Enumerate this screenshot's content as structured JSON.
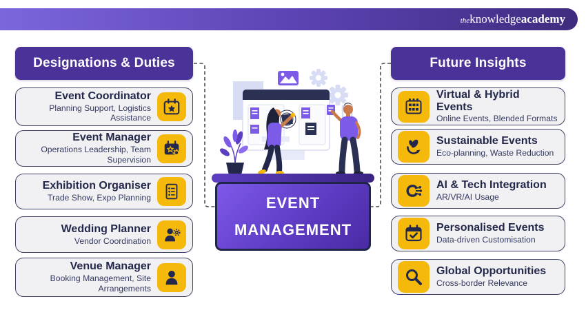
{
  "brand": {
    "the": "the",
    "knowledge": "knowledge",
    "academy": "academy"
  },
  "left": {
    "header": "Designations & Duties",
    "items": [
      {
        "title": "Event Coordinator",
        "subtitle": "Planning Support, Logistics Assistance",
        "icon": "calendar-star"
      },
      {
        "title": "Event Manager",
        "subtitle": "Operations Leadership, Team Supervision",
        "icon": "calendar-gear"
      },
      {
        "title": "Exhibition Organiser",
        "subtitle": "Trade Show, Expo Planning",
        "icon": "checklist"
      },
      {
        "title": "Wedding Planner",
        "subtitle": "Vendor Coordination",
        "icon": "person-gear"
      },
      {
        "title": "Venue Manager",
        "subtitle": "Booking Management, Site Arrangements",
        "icon": "person"
      }
    ]
  },
  "right": {
    "header": "Future Insights",
    "items": [
      {
        "title": "Virtual & Hybrid Events",
        "subtitle": "Online Events, Blended Formats",
        "icon": "hybrid-device"
      },
      {
        "title": "Sustainable Events",
        "subtitle": "Eco-planning, Waste Reduction",
        "icon": "eco-leaf"
      },
      {
        "title": "AI & Tech Integration",
        "subtitle": "AR/VR/AI Usage",
        "icon": "ai-chip"
      },
      {
        "title": "Personalised Events",
        "subtitle": "Data-driven Customisation",
        "icon": "calendar-check"
      },
      {
        "title": "Global Opportunities",
        "subtitle": "Cross-border Relevance",
        "icon": "magnifier"
      }
    ]
  },
  "center": {
    "line1": "EVENT",
    "line2": "MANAGEMENT"
  },
  "colors": {
    "header_purple": "#4B3299",
    "bar_gradient_start": "#7C66DC",
    "bar_gradient_end": "#3F2C7E",
    "center_gradient_start": "#7E59EA",
    "center_gradient_end": "#4A2BA4",
    "accent_yellow": "#F5B90B",
    "navy": "#23284A",
    "card_bg": "#F1F1F4"
  }
}
